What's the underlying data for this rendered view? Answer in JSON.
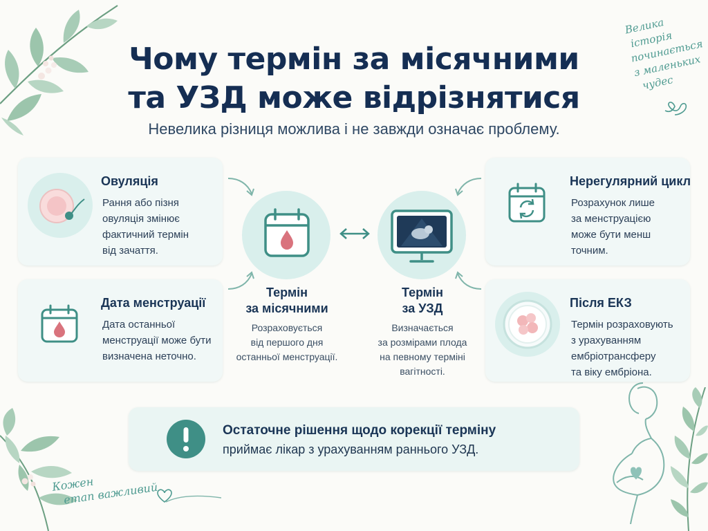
{
  "header": {
    "title_line1": "Чому термін за місячними",
    "title_line2": "та УЗД може відрізнятися",
    "subtitle": "Невелика різниця можлива і не завжди означає проблему."
  },
  "cards": {
    "ovulation": {
      "title": "Овуляція",
      "text": [
        "Рання або пізня",
        "овуляція змінює",
        "фактичний термін",
        "від зачаття."
      ]
    },
    "menstruation_date": {
      "title": "Дата менструації",
      "text": [
        "Дата останньої",
        "менструації може бути",
        "визначена неточно."
      ]
    },
    "irregular_cycle": {
      "title": "Нерегулярний цикл",
      "text": [
        "Розрахунок лише",
        "за менструацією",
        "може бути менш",
        "точним."
      ]
    },
    "after_ivf": {
      "title": "Після ЕКЗ",
      "text": [
        "Термін розраховують",
        "з урахуванням",
        "ембріотрансферу",
        "та віку ембріона."
      ]
    }
  },
  "center": {
    "period": {
      "title": [
        "Термін",
        "за місячними"
      ],
      "text": [
        "Розраховується",
        "від першого дня",
        "останньої менструації."
      ]
    },
    "ultrasound": {
      "title": [
        "Термін",
        "за УЗД"
      ],
      "text": [
        "Визначається",
        "за розмірами плода",
        "на певному терміні",
        "вагітності."
      ]
    }
  },
  "banner": {
    "title": "Остаточне рішення щодо корекції терміну",
    "text": "приймає лікар з урахуванням раннього УЗД."
  },
  "decor": {
    "top_right_script": [
      "Велика",
      "історія",
      "починається",
      "з маленьких",
      "чудес"
    ],
    "bottom_left_script": [
      "Кожен",
      "етап важливий"
    ]
  },
  "icons": {
    "ovulation": "egg-sperm-icon",
    "menstruation_date": "calendar-drop-icon",
    "irregular_cycle": "calendar-cycle-icon",
    "after_ivf": "embryo-petri-icon",
    "period": "calendar-drop-icon",
    "ultrasound": "ultrasound-monitor-icon",
    "banner": "exclamation-icon",
    "swap": "double-arrow-icon"
  },
  "colors": {
    "accent_teal": "#3f8f86",
    "drop_red": "#d9737d",
    "title_navy": "#152e53",
    "card_bg": "#f1f8f7",
    "leaf_green": "#7fb59f"
  }
}
